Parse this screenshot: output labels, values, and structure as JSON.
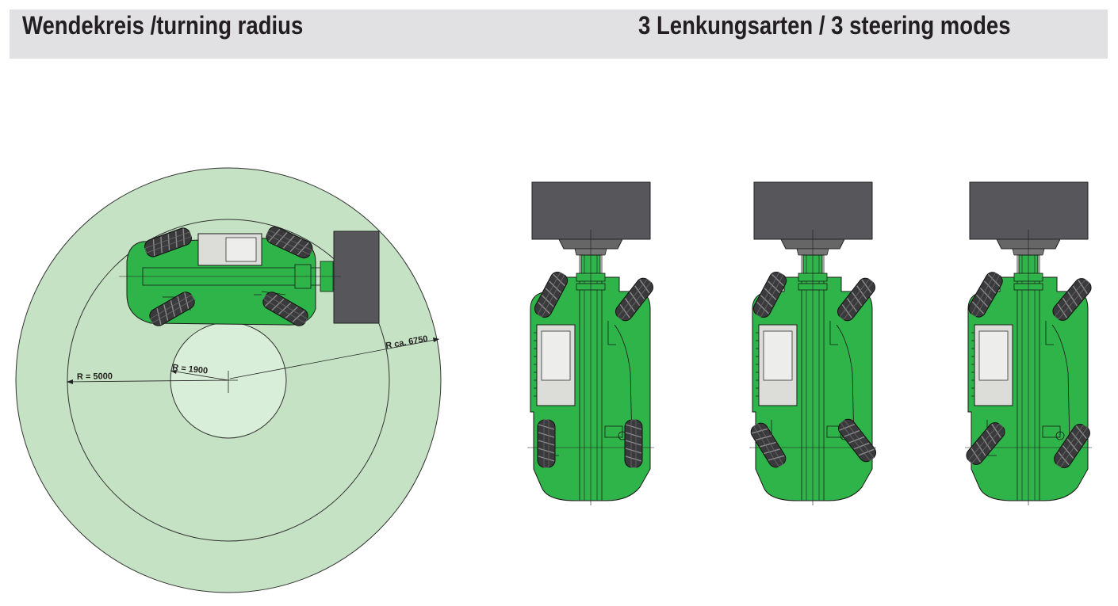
{
  "header": {
    "left_title": "Wendekreis /turning radius",
    "right_title": "3 Lenkungsarten / 3 steering modes"
  },
  "turning_radius": {
    "outer_label": "R ca. 6750",
    "middle_label": "R = 5000",
    "inner_label": "R = 1900"
  },
  "colors": {
    "header_background": "#e1e1e3",
    "machine_green": "#2fb44a",
    "outer_circle_fill": "#c5e3c4",
    "inner_circle_fill": "#d9eed8",
    "attachment_gray": "#57575b",
    "tire_dark": "#3a3a3c"
  }
}
